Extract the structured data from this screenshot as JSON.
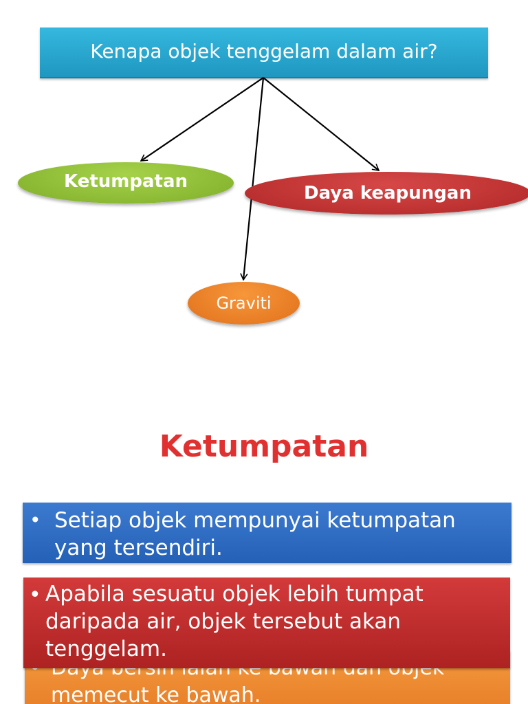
{
  "slide1": {
    "question": "Kenapa objek tenggelam dalam air?",
    "nodes": {
      "ketumpatan": "Ketumpatan",
      "daya_keapungan": "Daya keapungan",
      "graviti": "Graviti"
    }
  },
  "slide2": {
    "heading": "Ketumpatan",
    "bullet_char": "•",
    "points": [
      "Setiap objek mempunyai ketumpatan yang tersendiri.",
      "Apabila sesuatu objek lebih tumpat daripada air, objek tersebut akan tenggelam.",
      "Daya bersih ialah ke bawah dan objek memecut ke bawah."
    ]
  },
  "colors": {
    "question_box": "#2aa8d2",
    "green": "#8dbb34",
    "red": "#c03030",
    "orange": "#ec8128",
    "blue": "#2e6dc4",
    "heading": "#e03030"
  }
}
